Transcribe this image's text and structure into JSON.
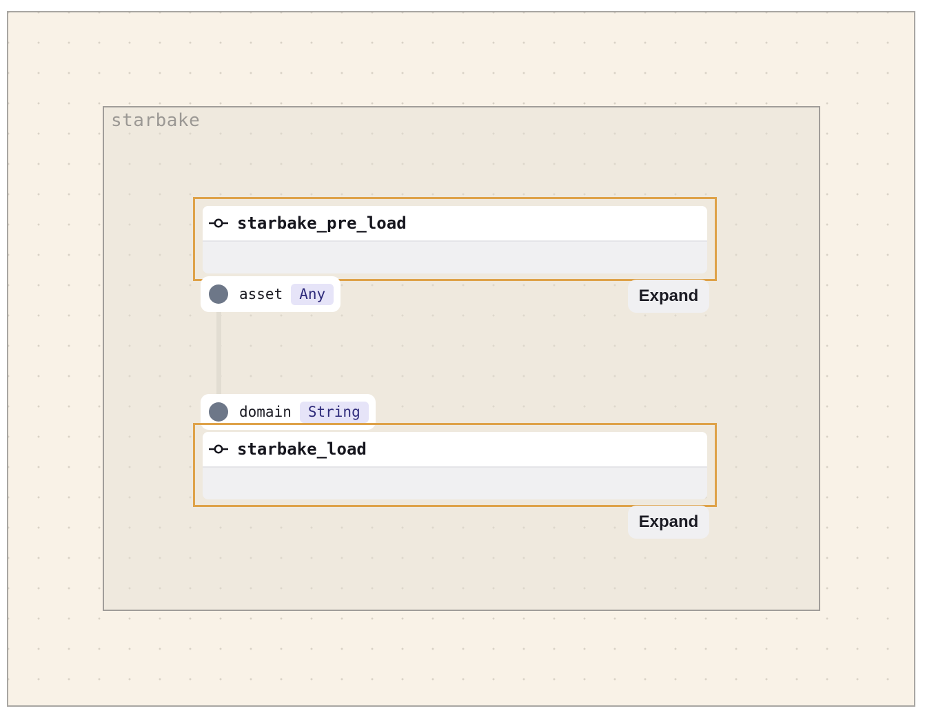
{
  "group": {
    "label": "starbake"
  },
  "ops": [
    {
      "title": "starbake_pre_load",
      "icon": "op-icon",
      "output": {
        "name": "asset",
        "type": "Any"
      },
      "expand_label": "Expand"
    },
    {
      "title": "starbake_load",
      "icon": "op-icon",
      "input": {
        "name": "domain",
        "type": "String"
      },
      "expand_label": "Expand"
    }
  ],
  "colors": {
    "canvas_bg": "#f9f2e7",
    "op_border": "#dea249",
    "io_dot": "#6d7788",
    "type_badge_bg": "#e6e4f8",
    "type_badge_text": "#2e2a7a"
  }
}
